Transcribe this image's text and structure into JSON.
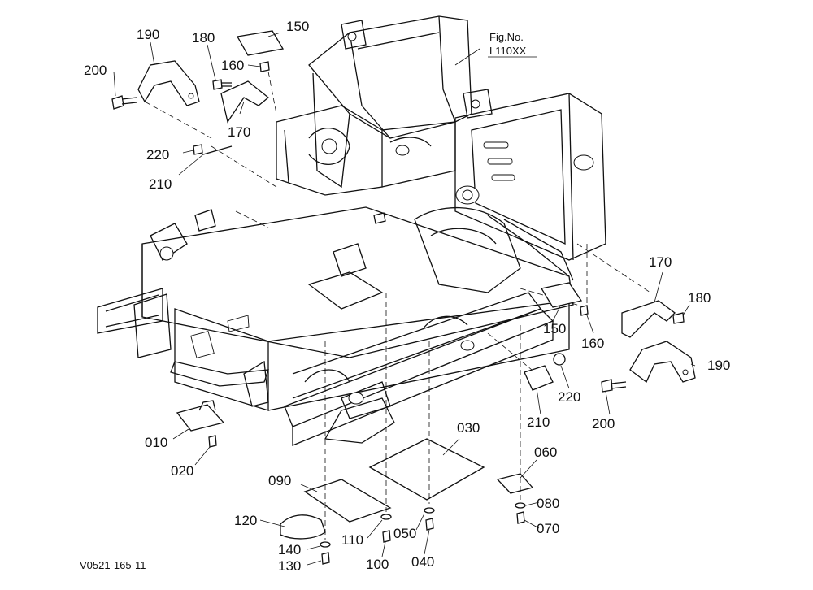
{
  "figure": {
    "fig_no_label": "Fig.No.",
    "fig_no_value": "L110XX",
    "code": "V0521-165-11"
  },
  "parts": {
    "p190_left": "190",
    "p200_left": "200",
    "p180_left": "180",
    "p150_top": "150",
    "p160_top": "160",
    "p170_left": "170",
    "p220_left": "220",
    "p210_left": "210",
    "p170_right": "170",
    "p180_right": "180",
    "p150_right": "150",
    "p160_right": "160",
    "p190_right": "190",
    "p220_right": "220",
    "p210_right": "210",
    "p200_right": "200",
    "p010": "010",
    "p020": "020",
    "p030": "030",
    "p060": "060",
    "p080": "080",
    "p070": "070",
    "p090": "090",
    "p120": "120",
    "p140": "140",
    "p110": "110",
    "p050": "050",
    "p130": "130",
    "p100": "100",
    "p040": "040"
  }
}
